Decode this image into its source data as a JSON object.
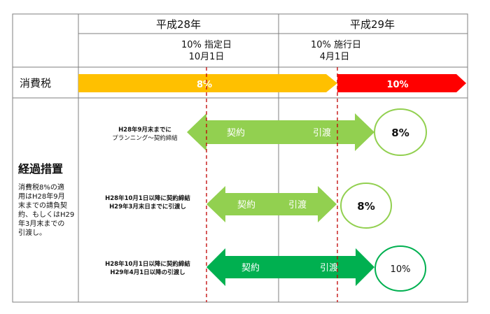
{
  "header": {
    "year_h28": "平成28年",
    "year_h29": "平成29年",
    "designated_line1": "10% 指定日",
    "designated_line2": "10月1日",
    "enforcement_line1": "10% 施行日",
    "enforcement_line2": "4月1日"
  },
  "consumption_tax": {
    "label": "消費税",
    "rate_8": "8%",
    "rate_10": "10%",
    "colors": {
      "rate_8": "#FFC000",
      "rate_10": "#FF0000"
    }
  },
  "transition": {
    "title": "経過措置",
    "note_lines": [
      "消費税8%の適",
      "用はH28年9月",
      "末までの請負契",
      "約、もしくはH29",
      "年3月末までの",
      "引渡し。"
    ],
    "rows": [
      {
        "cond_line1": "H28年9月末までに",
        "cond_line2": "プランニング～契約締結",
        "contract": "契約",
        "delivery": "引渡",
        "rate": "8%",
        "color": "#92D050"
      },
      {
        "cond_line1": "H28年10月1日以降に契約締結",
        "cond_line2": "H29年3月末日までに引渡し",
        "contract": "契約",
        "delivery": "引渡",
        "rate": "8%",
        "color": "#92D050"
      },
      {
        "cond_line1": "H28年10月1日以降に契約締結",
        "cond_line2": "H29年4月1日以降の引渡し",
        "contract": "契約",
        "delivery": "引渡",
        "rate": "10%",
        "color": "#00B050"
      }
    ]
  },
  "colors": {
    "grid": "#7f7f7f",
    "dashed": "#C00000",
    "circle_light": "#92D050",
    "circle_dark": "#00B050"
  }
}
